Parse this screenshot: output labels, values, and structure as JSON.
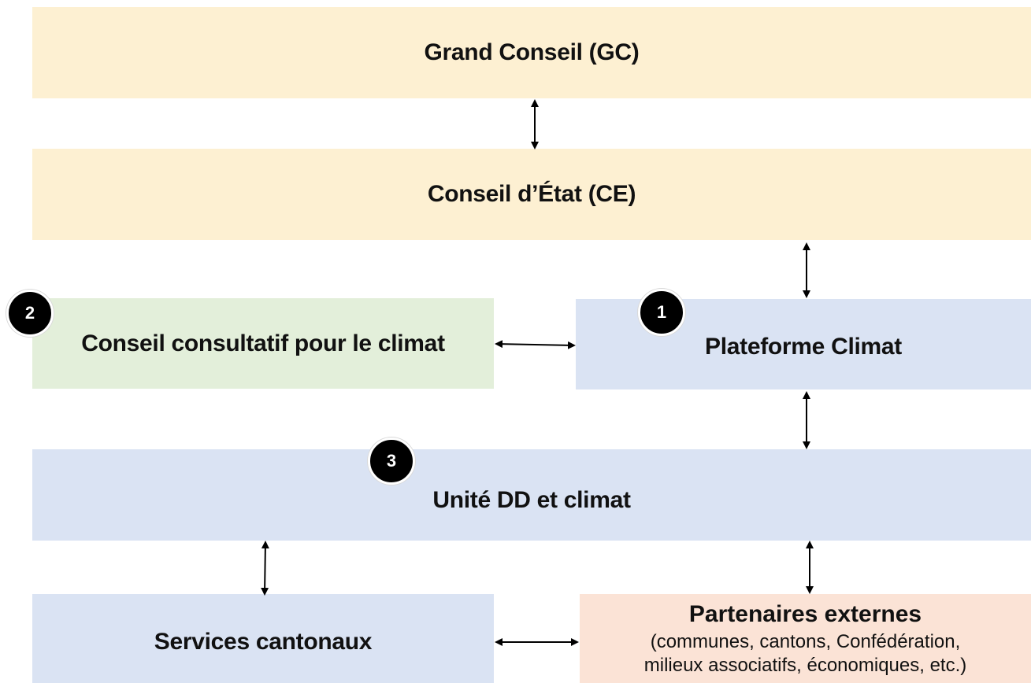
{
  "colors": {
    "council": "#fdf0d2",
    "advisory": "#e3efda",
    "climate": "#dae3f3",
    "partners": "#fbe3d6",
    "badge": "#000000",
    "text": "#111111"
  },
  "boxes": {
    "grand_conseil": {
      "label": "Grand Conseil (GC)"
    },
    "conseil_etat": {
      "label": "Conseil d’État (CE)"
    },
    "conseil_consultatif": {
      "label": "Conseil consultatif pour le climat"
    },
    "plateforme_climat": {
      "label": "Plateforme Climat"
    },
    "unite_dd": {
      "label": "Unité DD et climat"
    },
    "services_cantonaux": {
      "label": "Services cantonaux"
    },
    "partenaires_externes": {
      "label": "Partenaires externes",
      "sub_line1": "(communes, cantons, Confédération,",
      "sub_line2": "milieux associatifs, économiques, etc.)"
    }
  },
  "badges": {
    "plateforme": "1",
    "conseil_consultatif": "2",
    "unite_dd": "3"
  },
  "connectors": [
    {
      "from": "grand_conseil",
      "to": "conseil_etat",
      "bidirectional": true
    },
    {
      "from": "conseil_etat",
      "to": "plateforme_climat",
      "bidirectional": true
    },
    {
      "from": "conseil_consultatif",
      "to": "plateforme_climat",
      "bidirectional": true
    },
    {
      "from": "plateforme_climat",
      "to": "unite_dd",
      "bidirectional": true
    },
    {
      "from": "unite_dd",
      "to": "services_cantonaux",
      "bidirectional": true
    },
    {
      "from": "unite_dd",
      "to": "partenaires_externes",
      "bidirectional": true
    },
    {
      "from": "services_cantonaux",
      "to": "partenaires_externes",
      "bidirectional": true
    }
  ]
}
